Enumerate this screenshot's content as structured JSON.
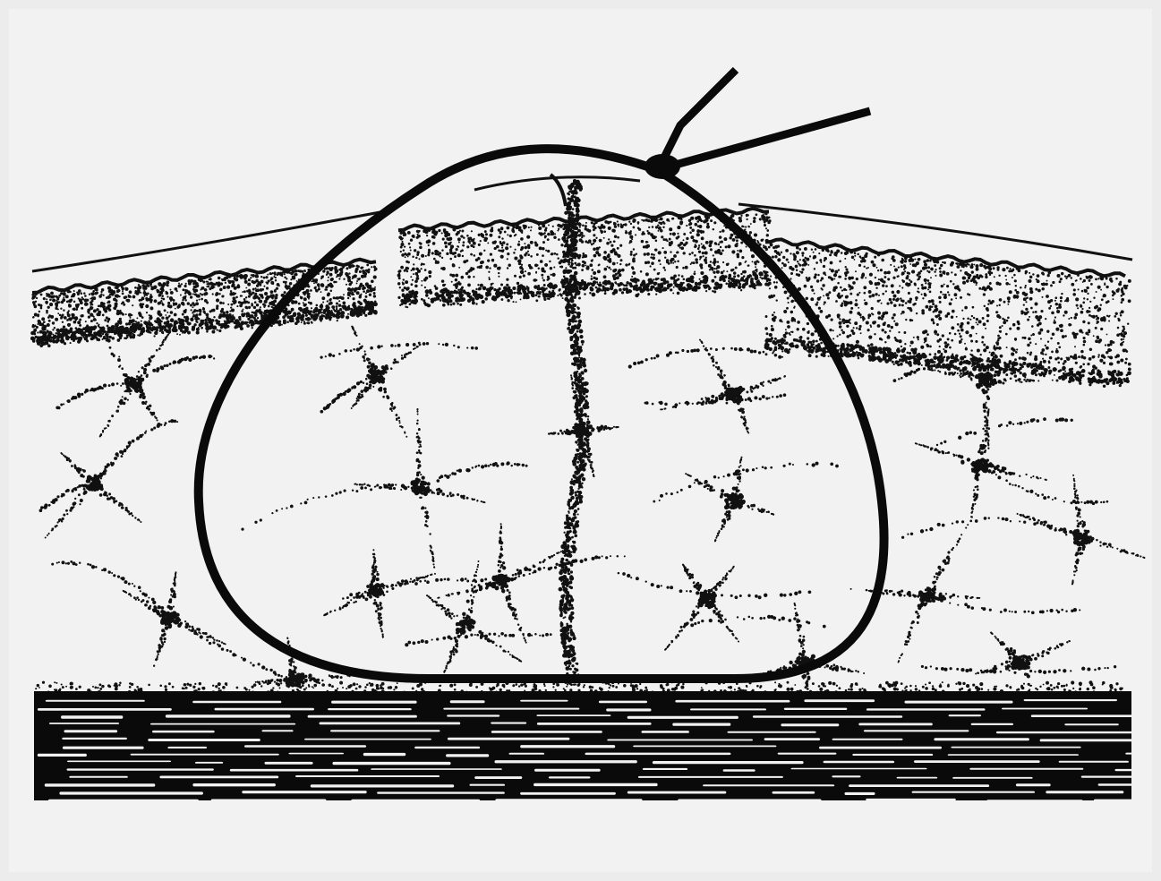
{
  "illustration": {
    "labels": [],
    "colors": {
      "background": "#ececec",
      "ink": "#0a0a0a",
      "paper": "#f4f4f4"
    },
    "structures": [
      "skin-surface-line",
      "dermis-stippled-layer",
      "subcutaneous-fat-lobules",
      "fibrous-septa",
      "muscle-fascia-layer",
      "encircling-ligature-loop",
      "ligature-suture-ends"
    ]
  }
}
